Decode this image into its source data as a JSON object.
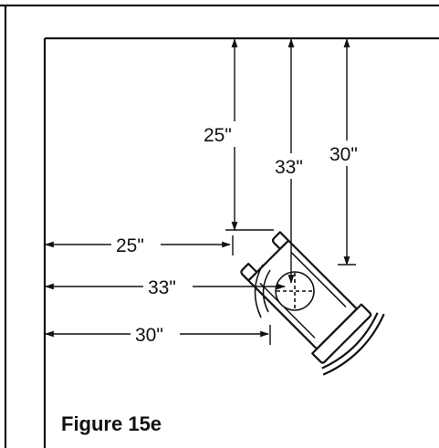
{
  "figure": {
    "caption": "Figure 15e"
  },
  "dimensions": {
    "vertical": [
      {
        "label": "25\""
      },
      {
        "label": "33\""
      },
      {
        "label": "30\""
      }
    ],
    "horizontal": [
      {
        "label": "25\""
      },
      {
        "label": "33\""
      },
      {
        "label": "30\""
      }
    ]
  },
  "colors": {
    "line": "#111111",
    "background": "#ffffff"
  }
}
